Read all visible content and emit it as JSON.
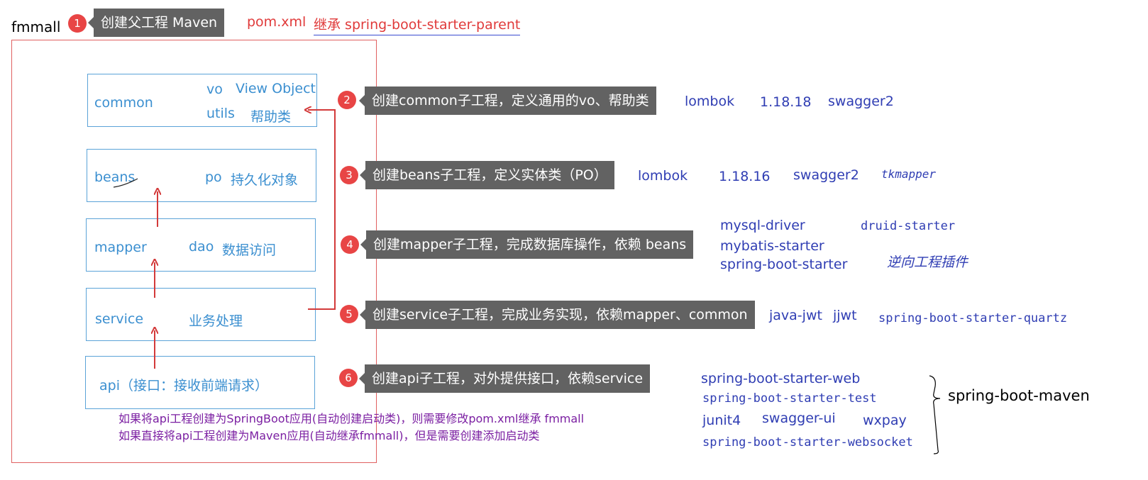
{
  "title": "fmmall",
  "top": {
    "step1_num": "1",
    "step1_label": "创建父工程  Maven",
    "pom": "pom.xml",
    "inherit": "继承 spring-boot-starter-parent"
  },
  "modules": {
    "common": {
      "name": "common",
      "vo": "vo",
      "vo_desc": "View Object",
      "utils": "utils",
      "utils_desc": "帮助类"
    },
    "beans": {
      "name": "beans",
      "po": "po",
      "po_desc": "持久化对象"
    },
    "mapper": {
      "name": "mapper",
      "dao": "dao",
      "dao_desc": "数据访问"
    },
    "service": {
      "name": "service",
      "desc": "业务处理"
    },
    "api": {
      "name": "api（接口：接收前端请求）"
    }
  },
  "steps": [
    {
      "num": "2",
      "label": "创建common子工程，定义通用的vo、帮助类"
    },
    {
      "num": "3",
      "label": "创建beans子工程，定义实体类（PO）"
    },
    {
      "num": "4",
      "label": "创建mapper子工程，完成数据库操作，依赖 beans"
    },
    {
      "num": "5",
      "label": "创建service子工程，完成业务实现，依赖mapper、common"
    },
    {
      "num": "6",
      "label": "创建api子工程，对外提供接口，依赖service"
    }
  ],
  "deps": {
    "common": [
      "lombok",
      "1.18.18",
      "swagger2"
    ],
    "beans": [
      "lombok",
      "1.18.16",
      "swagger2",
      "tkmapper"
    ],
    "mapper": [
      "mysql-driver",
      "druid-starter",
      "mybatis-starter",
      "spring-boot-starter",
      "逆向工程插件"
    ],
    "service": [
      "java-jwt",
      "jjwt",
      "spring-boot-starter-quartz"
    ],
    "api": [
      "spring-boot-starter-web",
      "spring-boot-starter-test",
      "junit4",
      "swagger-ui",
      "wxpay",
      "spring-boot-starter-websocket"
    ]
  },
  "brace_label": "spring-boot-maven",
  "notes": [
    "如果将api工程创建为SpringBoot应用(自动创建启动类)，则需要修改pom.xml继承 fmmall",
    "如果直接将api工程创建为Maven应用(自动继承fmmall)，但是需要创建添加启动类"
  ],
  "colors": {
    "badge": "#e84545",
    "step_bg": "#626262",
    "module_text": "#3b8fd0",
    "dep_text": "#2f3db3",
    "arrow": "#d33a3a",
    "note": "#7b1fa2"
  }
}
